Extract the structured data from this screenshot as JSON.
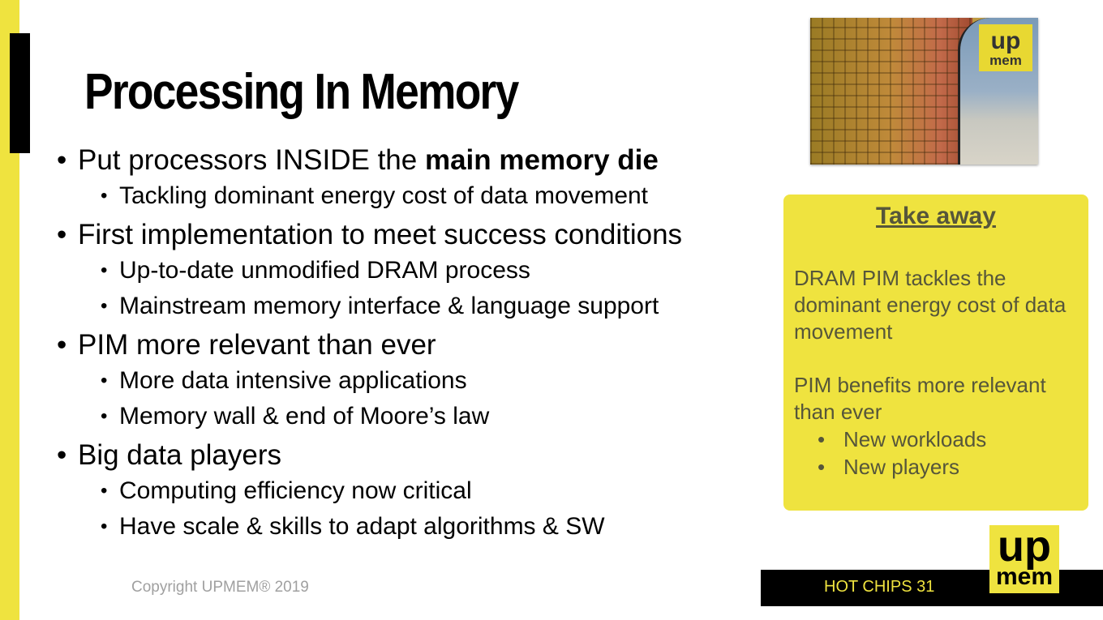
{
  "slide": {
    "title": "Processing In Memory",
    "bullets": [
      {
        "text_plain": "Put processors INSIDE the ",
        "text_bold": "main memory die",
        "subs": [
          "Tackling dominant energy cost of data movement"
        ]
      },
      {
        "text_plain": "First implementation to meet success conditions",
        "text_bold": "",
        "subs": [
          "Up-to-date unmodified DRAM process",
          "Mainstream memory interface & language support"
        ]
      },
      {
        "text_plain": "PIM more relevant than ever",
        "text_bold": "",
        "subs": [
          "More data intensive applications",
          "Memory wall & end of Moore’s law"
        ]
      },
      {
        "text_plain": "Big data players",
        "text_bold": "",
        "subs": [
          "Computing efficiency now critical",
          "Have scale & skills to adapt algorithms & SW"
        ]
      }
    ],
    "bullet_char": "•",
    "take_away": {
      "title": "Take away",
      "para1": "DRAM PIM tackles the dominant energy cost of data movement",
      "para2": "PIM benefits more relevant than ever",
      "items": [
        "New workloads",
        "New players"
      ]
    },
    "copyright": "Copyright UPMEM® 2019",
    "footer": "HOT CHIPS 31",
    "logo": {
      "top": "up",
      "bottom": "mem"
    },
    "photo_logo": {
      "top": "up",
      "bottom": "mem"
    }
  },
  "colors": {
    "accent_yellow": "#efe33f",
    "takeaway_text": "#56563a",
    "footer_bg": "#000000"
  }
}
